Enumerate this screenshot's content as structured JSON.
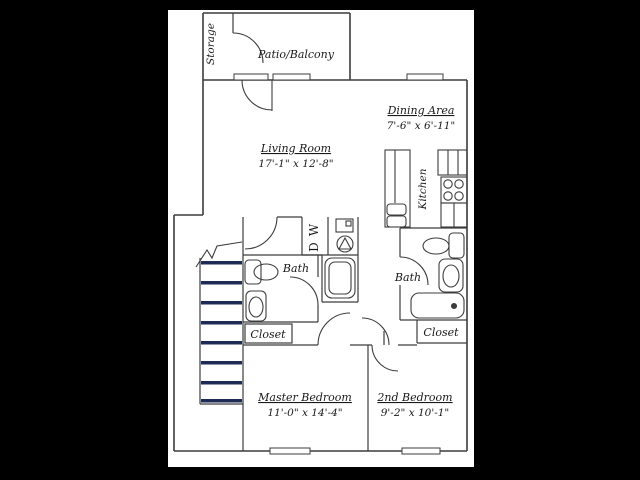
{
  "figure": {
    "type": "apartment-floor-plan",
    "colors": {
      "background": "#000000",
      "paper": "#ffffff",
      "walls": "#3c3c3c",
      "stair_treads": "#1e2c55",
      "text": "#1a1a1a"
    }
  },
  "rooms": {
    "storage": {
      "name": "Storage"
    },
    "patio": {
      "name": "Patio/Balcony"
    },
    "living": {
      "name": "Living Room",
      "dims": "17'-1\" x 12'-8\""
    },
    "dining": {
      "name": "Dining Area",
      "dims": "7'-6\" x 6'-11\""
    },
    "kitchen": {
      "name": "Kitchen"
    },
    "bath_left": {
      "name": "Bath"
    },
    "bath_right": {
      "name": "Bath"
    },
    "closet_left": {
      "name": "Closet"
    },
    "closet_right": {
      "name": "Closet"
    },
    "master": {
      "name": "Master Bedroom",
      "dims": "11'-0\" x 14'-4\""
    },
    "second": {
      "name": "2nd Bedroom",
      "dims": "9'-2\" x 10'-1\""
    },
    "laundry": {
      "washer": "W",
      "dryer": "D"
    }
  },
  "stairs": {
    "tread_count": 8
  }
}
